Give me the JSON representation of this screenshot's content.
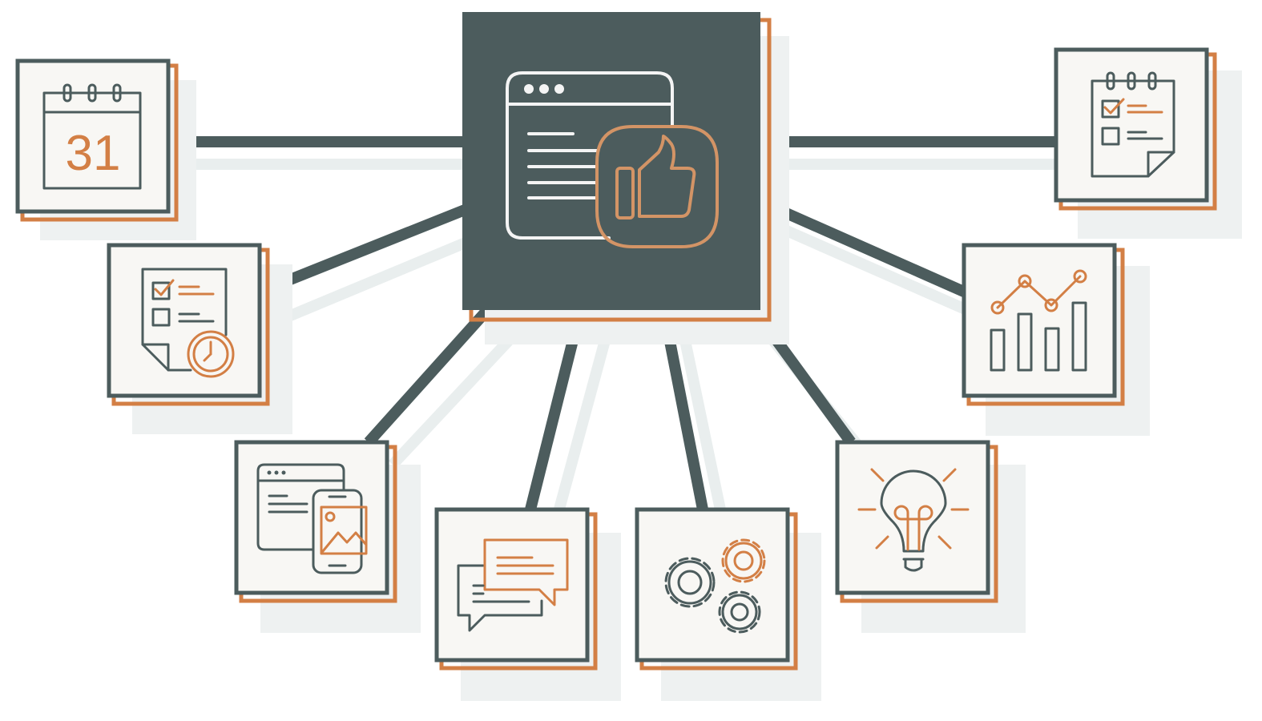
{
  "calendar": {
    "day": "31"
  },
  "palette": {
    "dark": "#4c5c5d",
    "accent": "#d37f45",
    "card": "#f8f7f4",
    "shadow": "#eef1f1"
  },
  "nodes": [
    {
      "id": "hub",
      "icon": "browser-thumbs-up-icon"
    },
    {
      "id": "calendar",
      "icon": "calendar-icon"
    },
    {
      "id": "checklist",
      "icon": "notepad-checklist-icon"
    },
    {
      "id": "timed-checklist",
      "icon": "checklist-clock-icon"
    },
    {
      "id": "analytics",
      "icon": "bar-line-chart-icon"
    },
    {
      "id": "responsive",
      "icon": "browser-mobile-icon"
    },
    {
      "id": "chat",
      "icon": "chat-bubbles-icon"
    },
    {
      "id": "settings",
      "icon": "gears-icon"
    },
    {
      "id": "idea",
      "icon": "lightbulb-icon"
    }
  ]
}
